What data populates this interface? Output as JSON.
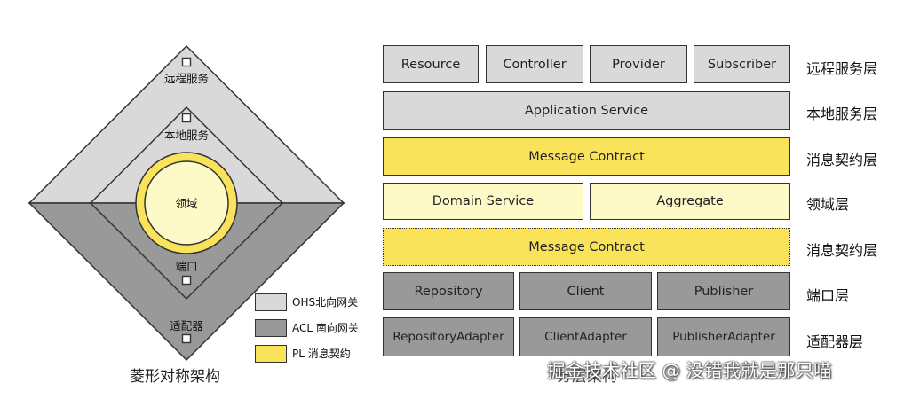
{
  "colors": {
    "gray_light": "#d9d9d9",
    "gray_dark": "#999999",
    "yellow": "#f8e35a",
    "yellow_light": "#fdfac8",
    "outline": "#333333"
  },
  "diamond": {
    "outer_label": "远程服务",
    "inner_label": "本地服务",
    "core_label": "领域",
    "port_label": "端口",
    "adapter_label": "适配器",
    "caption": "菱形对称架构"
  },
  "legend": [
    {
      "label": "OHS北向网关",
      "color": "#d9d9d9"
    },
    {
      "label": "ACL 南向网关",
      "color": "#999999"
    },
    {
      "label": "PL  消息契约",
      "color": "#f8e35a"
    }
  ],
  "layers": {
    "remote": {
      "label": "远程服务层",
      "blocks": [
        "Resource",
        "Controller",
        "Provider",
        "Subscriber"
      ]
    },
    "local": {
      "label": "本地服务层",
      "blocks": [
        "Application Service"
      ]
    },
    "message_top": {
      "label": "消息契约层",
      "blocks": [
        "Message Contract"
      ]
    },
    "domain": {
      "label": "领域层",
      "blocks": [
        "Domain Service",
        "Aggregate"
      ]
    },
    "message_bottom": {
      "label": "消息契约层",
      "blocks": [
        "Message Contract"
      ]
    },
    "port": {
      "label": "端口层",
      "blocks": [
        "Repository",
        "Client",
        "Publisher"
      ]
    },
    "adapter": {
      "label": "适配器层",
      "blocks": [
        "RepositoryAdapter",
        "ClientAdapter",
        "PublisherAdapter"
      ]
    }
  },
  "layered_caption": "分层架构",
  "watermark": "掘金技术社区 @ 没错我就是那只喵"
}
